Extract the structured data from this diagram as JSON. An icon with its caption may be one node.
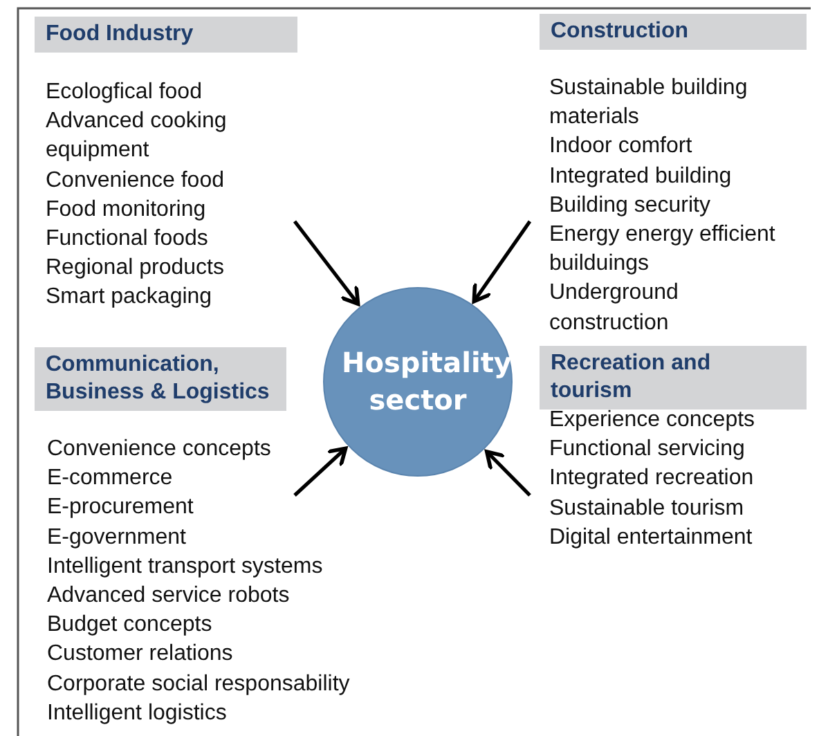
{
  "diagram": {
    "nodes": [
      {
        "text": [
          "Food Industry"
        ]
      },
      {
        "text": [
          "Ecologfical food",
          "Advanced cooking equipment",
          "Convenience food",
          "Food monitoring",
          "Functional foods",
          "Regional products",
          "Smart packaging"
        ]
      },
      {
        "text": [
          "Construction"
        ]
      },
      {
        "text": [
          "Sustainable building materials",
          "Indoor comfort",
          "Integrated building",
          "Building security",
          "Energy energy efficient builduings",
          "Underground construction"
        ]
      },
      {
        "text": [
          "Hospitality sector"
        ]
      },
      {
        "text": [
          "Communication, Business & Logistics"
        ]
      },
      {
        "text": [
          "Convenience concepts",
          "E-commerce",
          "E-procurement",
          "E-government",
          "Intelligent transport systems",
          "Advanced service robots",
          "Budget concepts",
          "Customer relations",
          "Corporate social responsability",
          "Intelligent logistics"
        ]
      },
      {
        "text": [
          "Recreation and tourism"
        ]
      },
      {
        "text": [
          "Experience concepts",
          "Functional servicing",
          "Integrated recreation",
          "Sustainable tourism",
          "Digital entertainment"
        ]
      }
    ],
    "edges": [
      {
        "from": 1,
        "to": 4,
        "arrow": "to"
      },
      {
        "from": 3,
        "to": 4,
        "arrow": "to"
      },
      {
        "from": 6,
        "to": 4,
        "arrow": "to"
      },
      {
        "from": 8,
        "to": 4,
        "arrow": "to"
      }
    ]
  }
}
